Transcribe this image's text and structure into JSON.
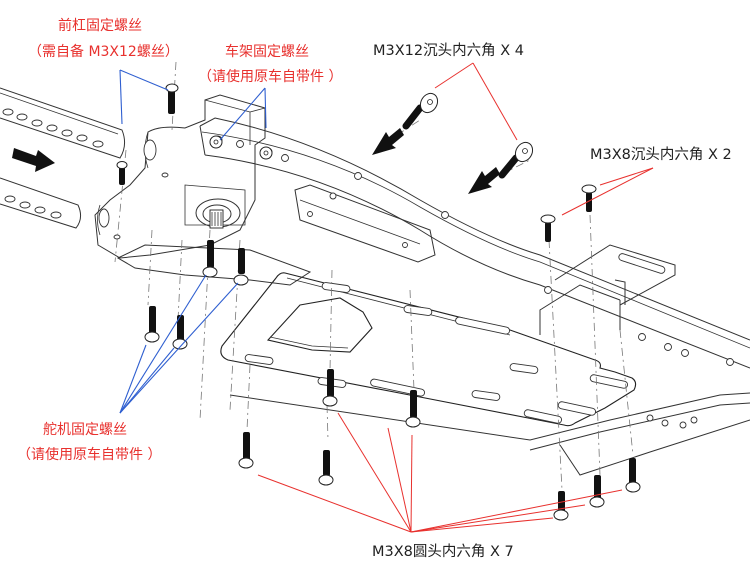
{
  "diagram": {
    "type": "exploded-assembly-drawing",
    "labels": {
      "front_bumper_screw_title": "前杠固定螺丝",
      "front_bumper_screw_note": "（需自备 M3X12螺丝）",
      "frame_screw_title": "车架固定螺丝",
      "frame_screw_note": "（请使用原车自带件 ）",
      "countersunk_m3x12": "M3X12沉头内六角 X 4",
      "countersunk_m3x8": "M3X8沉头内六角 X 2",
      "servo_screw_title": "舵机固定螺丝",
      "servo_screw_note": "（请使用原车自带件 ）",
      "buttonhead_m3x8": "M3X8圆头内六角 X 7"
    },
    "parts": [
      {
        "name": "front-bumper-tubes",
        "icon": "tube-icon"
      },
      {
        "name": "servo-mount",
        "icon": "servo-icon"
      },
      {
        "name": "chassis-rails",
        "icon": "rail-icon"
      },
      {
        "name": "skid-plate",
        "icon": "plate-icon"
      },
      {
        "name": "rear-crossmember",
        "icon": "bracket-icon"
      }
    ],
    "screw_counts": {
      "m3x12_countersunk": 4,
      "m3x8_countersunk": 2,
      "m3x8_buttonhead": 7
    },
    "colors": {
      "callout_red": "#e8312e",
      "leader_blue": "#2f5fd0",
      "line_art": "#222222"
    }
  }
}
